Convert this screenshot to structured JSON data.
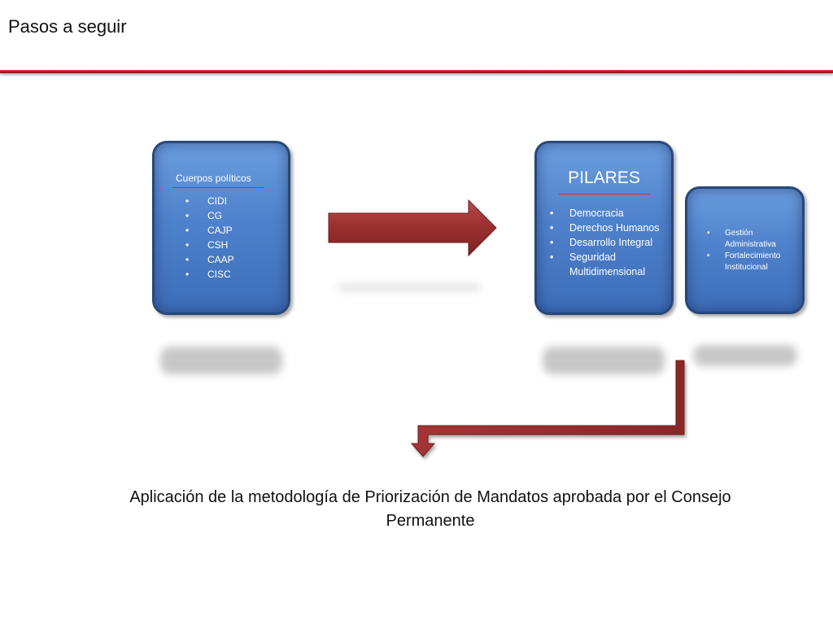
{
  "slide": {
    "title": "Pasos a seguir",
    "accent_color": "#b22222",
    "box_color": "#4f82cc"
  },
  "cuerpos_box": {
    "heading": "Cuerpos políticos",
    "items": [
      "CIDI",
      "CG",
      "CAJP",
      "CSH",
      "CAAP",
      "CISC"
    ]
  },
  "pilares_box": {
    "heading": "PILARES",
    "items": [
      "Democracia",
      "Derechos Humanos",
      "Desarrollo Integral",
      "Seguridad Multidimensional"
    ]
  },
  "gestion_box": {
    "items": [
      "Gestión Administrativa",
      "Fortalecimiento Institucional"
    ]
  },
  "caption": {
    "text": "Aplicación de la metodología de Priorización de Mandatos aprobada por el Consejo Permanente"
  }
}
